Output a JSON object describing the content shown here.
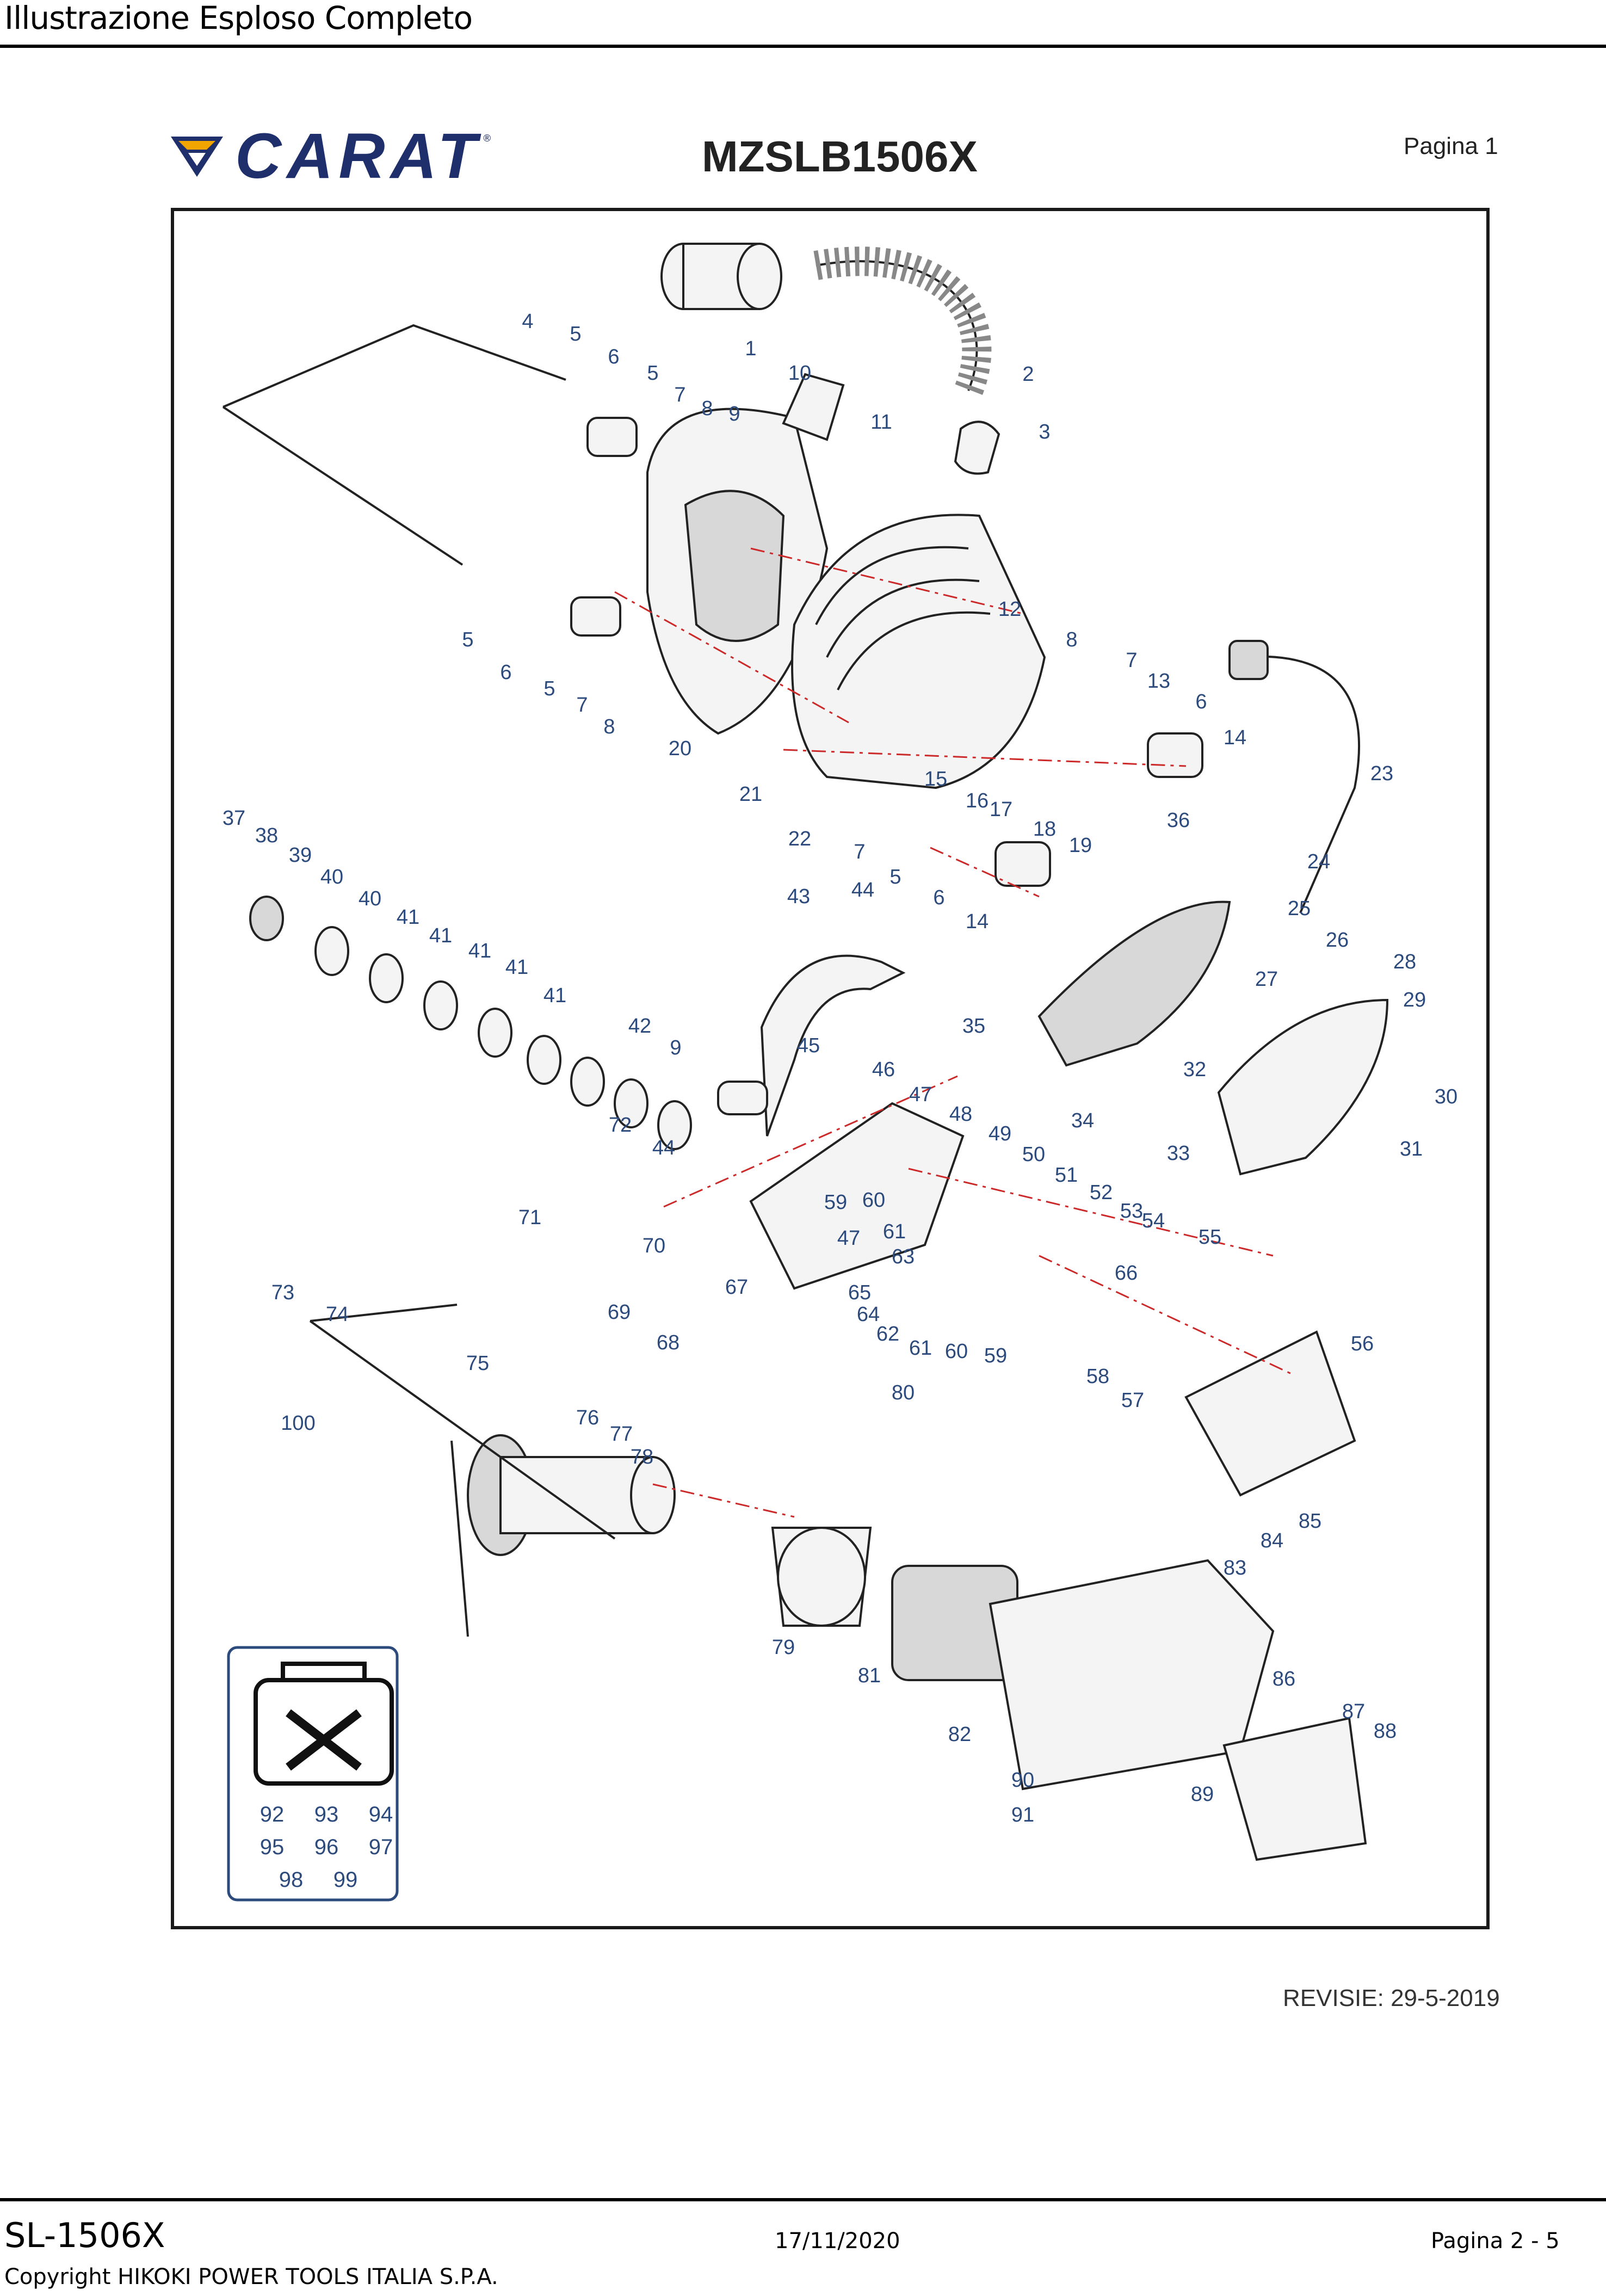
{
  "header": {
    "title": "Illustrazione  Esploso Completo"
  },
  "brand": {
    "name": "CARAT",
    "registered_mark": "®",
    "accent_color": "#1e2f6b"
  },
  "document": {
    "model": "MZSLB1506X",
    "page_label": "Pagina 1",
    "revision": "REVISIE: 29-5-2019"
  },
  "diagram": {
    "label_color": "#2c4a7c",
    "axis_color": "#cc2a2a",
    "part_labels": [
      {
        "id": "1",
        "text": "1"
      },
      {
        "id": "2",
        "text": "2"
      },
      {
        "id": "3",
        "text": "3"
      },
      {
        "id": "4",
        "text": "4"
      },
      {
        "id": "5a",
        "text": "5"
      },
      {
        "id": "6a",
        "text": "6"
      },
      {
        "id": "5b",
        "text": "5"
      },
      {
        "id": "7a",
        "text": "7"
      },
      {
        "id": "8a",
        "text": "8"
      },
      {
        "id": "9a",
        "text": "9"
      },
      {
        "id": "10",
        "text": "10"
      },
      {
        "id": "11",
        "text": "11"
      },
      {
        "id": "5c",
        "text": "5"
      },
      {
        "id": "6b",
        "text": "6"
      },
      {
        "id": "5d",
        "text": "5"
      },
      {
        "id": "7b",
        "text": "7"
      },
      {
        "id": "8b",
        "text": "8"
      },
      {
        "id": "12",
        "text": "12"
      },
      {
        "id": "8c",
        "text": "8"
      },
      {
        "id": "7c",
        "text": "7"
      },
      {
        "id": "13",
        "text": "13"
      },
      {
        "id": "6c",
        "text": "6"
      },
      {
        "id": "14a",
        "text": "14"
      },
      {
        "id": "23",
        "text": "23"
      },
      {
        "id": "20",
        "text": "20"
      },
      {
        "id": "15",
        "text": "15"
      },
      {
        "id": "16",
        "text": "16"
      },
      {
        "id": "17",
        "text": "17"
      },
      {
        "id": "21",
        "text": "21"
      },
      {
        "id": "22",
        "text": "22"
      },
      {
        "id": "7d",
        "text": "7"
      },
      {
        "id": "18",
        "text": "18"
      },
      {
        "id": "19",
        "text": "19"
      },
      {
        "id": "36",
        "text": "36"
      },
      {
        "id": "24",
        "text": "24"
      },
      {
        "id": "5e",
        "text": "5"
      },
      {
        "id": "6d",
        "text": "6"
      },
      {
        "id": "14b",
        "text": "14"
      },
      {
        "id": "37",
        "text": "37"
      },
      {
        "id": "38",
        "text": "38"
      },
      {
        "id": "39",
        "text": "39"
      },
      {
        "id": "40a",
        "text": "40"
      },
      {
        "id": "40b",
        "text": "40"
      },
      {
        "id": "41a",
        "text": "41"
      },
      {
        "id": "41b",
        "text": "41"
      },
      {
        "id": "41c",
        "text": "41"
      },
      {
        "id": "41d",
        "text": "41"
      },
      {
        "id": "41e",
        "text": "41"
      },
      {
        "id": "43",
        "text": "43"
      },
      {
        "id": "44a",
        "text": "44"
      },
      {
        "id": "25",
        "text": "25"
      },
      {
        "id": "26",
        "text": "26"
      },
      {
        "id": "28",
        "text": "28"
      },
      {
        "id": "27",
        "text": "27"
      },
      {
        "id": "29",
        "text": "29"
      },
      {
        "id": "35",
        "text": "35"
      },
      {
        "id": "42",
        "text": "42"
      },
      {
        "id": "9b",
        "text": "9"
      },
      {
        "id": "45",
        "text": "45"
      },
      {
        "id": "32",
        "text": "32"
      },
      {
        "id": "46",
        "text": "46"
      },
      {
        "id": "30",
        "text": "30"
      },
      {
        "id": "47a",
        "text": "47"
      },
      {
        "id": "34",
        "text": "34"
      },
      {
        "id": "72",
        "text": "72"
      },
      {
        "id": "48",
        "text": "48"
      },
      {
        "id": "49",
        "text": "49"
      },
      {
        "id": "33",
        "text": "33"
      },
      {
        "id": "31",
        "text": "31"
      },
      {
        "id": "44b",
        "text": "44"
      },
      {
        "id": "50",
        "text": "50"
      },
      {
        "id": "51",
        "text": "51"
      },
      {
        "id": "52",
        "text": "52"
      },
      {
        "id": "53",
        "text": "53"
      },
      {
        "id": "54",
        "text": "54"
      },
      {
        "id": "59a",
        "text": "59"
      },
      {
        "id": "60a",
        "text": "60"
      },
      {
        "id": "71",
        "text": "71"
      },
      {
        "id": "47b",
        "text": "47"
      },
      {
        "id": "61a",
        "text": "61"
      },
      {
        "id": "70",
        "text": "70"
      },
      {
        "id": "55",
        "text": "55"
      },
      {
        "id": "63",
        "text": "63"
      },
      {
        "id": "66",
        "text": "66"
      },
      {
        "id": "73",
        "text": "73"
      },
      {
        "id": "67",
        "text": "67"
      },
      {
        "id": "65",
        "text": "65"
      },
      {
        "id": "74",
        "text": "74"
      },
      {
        "id": "69",
        "text": "69"
      },
      {
        "id": "64",
        "text": "64"
      },
      {
        "id": "62",
        "text": "62"
      },
      {
        "id": "68",
        "text": "68"
      },
      {
        "id": "61b",
        "text": "61"
      },
      {
        "id": "60b",
        "text": "60"
      },
      {
        "id": "59b",
        "text": "59"
      },
      {
        "id": "56",
        "text": "56"
      },
      {
        "id": "75",
        "text": "75"
      },
      {
        "id": "58",
        "text": "58"
      },
      {
        "id": "57",
        "text": "57"
      },
      {
        "id": "80",
        "text": "80"
      },
      {
        "id": "100",
        "text": "100"
      },
      {
        "id": "76",
        "text": "76"
      },
      {
        "id": "77",
        "text": "77"
      },
      {
        "id": "78",
        "text": "78"
      },
      {
        "id": "85",
        "text": "85"
      },
      {
        "id": "84",
        "text": "84"
      },
      {
        "id": "83",
        "text": "83"
      },
      {
        "id": "79",
        "text": "79"
      },
      {
        "id": "81",
        "text": "81"
      },
      {
        "id": "86",
        "text": "86"
      },
      {
        "id": "87",
        "text": "87"
      },
      {
        "id": "88",
        "text": "88"
      },
      {
        "id": "82",
        "text": "82"
      },
      {
        "id": "90",
        "text": "90"
      },
      {
        "id": "89",
        "text": "89"
      },
      {
        "id": "91",
        "text": "91"
      }
    ],
    "toolbox_numbers": [
      [
        "92",
        "93",
        "94"
      ],
      [
        "95",
        "96",
        "97"
      ],
      [
        "98",
        "99"
      ]
    ]
  },
  "footer": {
    "code": "SL-1506X",
    "date": "17/11/2020",
    "page": "Pagina 2 - 5",
    "copyright": "Copyright HIKOKI POWER TOOLS ITALIA S.P.A."
  }
}
